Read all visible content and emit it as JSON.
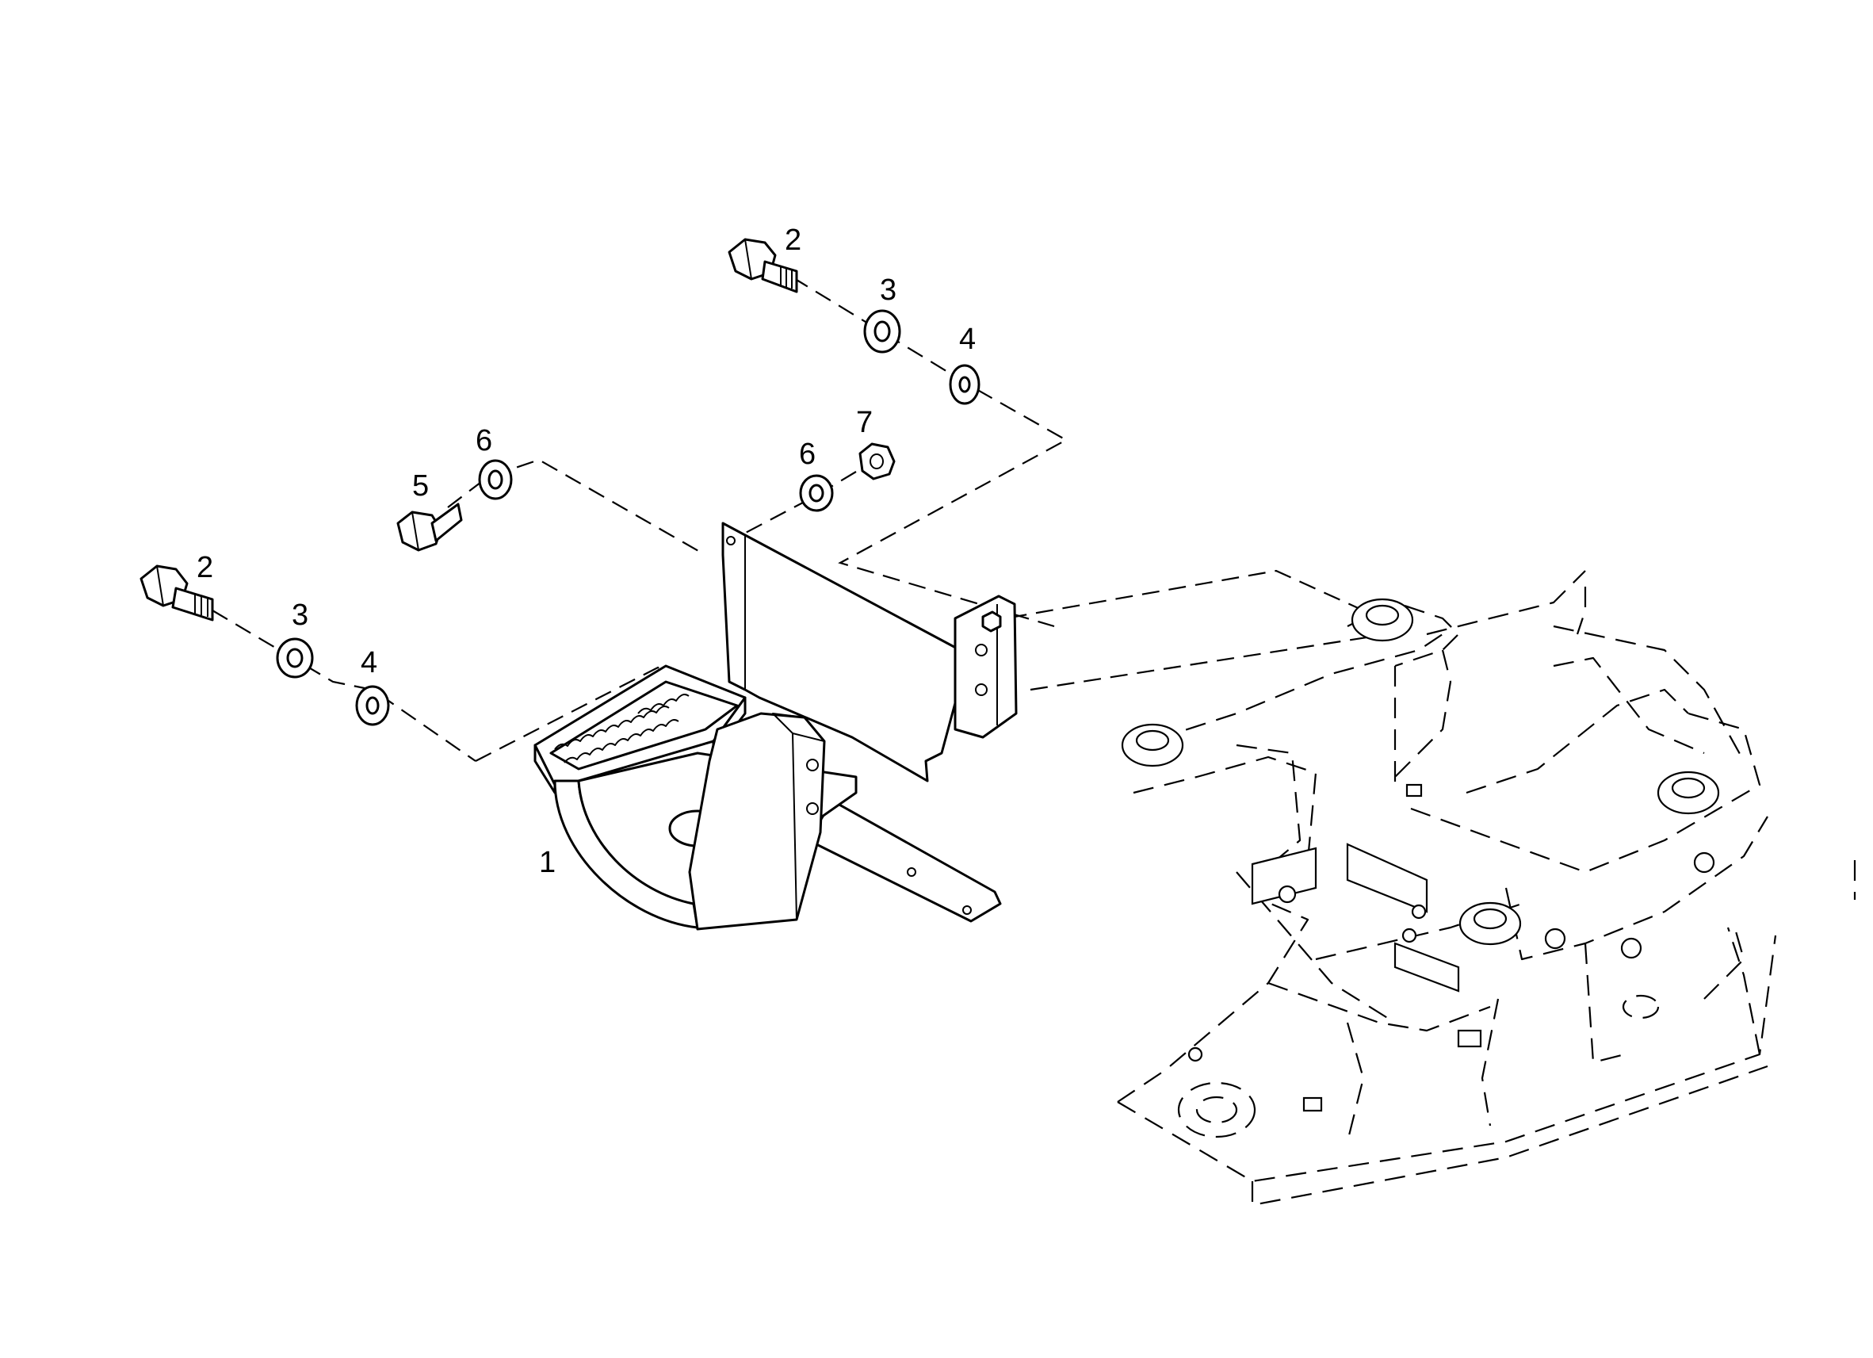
{
  "callouts": {
    "c1": "1",
    "c2_top": "2",
    "c3_top": "3",
    "c4_top": "4",
    "c5": "5",
    "c6_left": "6",
    "c6_right": "6",
    "c7": "7",
    "c2_left": "2",
    "c3_left": "3",
    "c4_left": "4"
  }
}
